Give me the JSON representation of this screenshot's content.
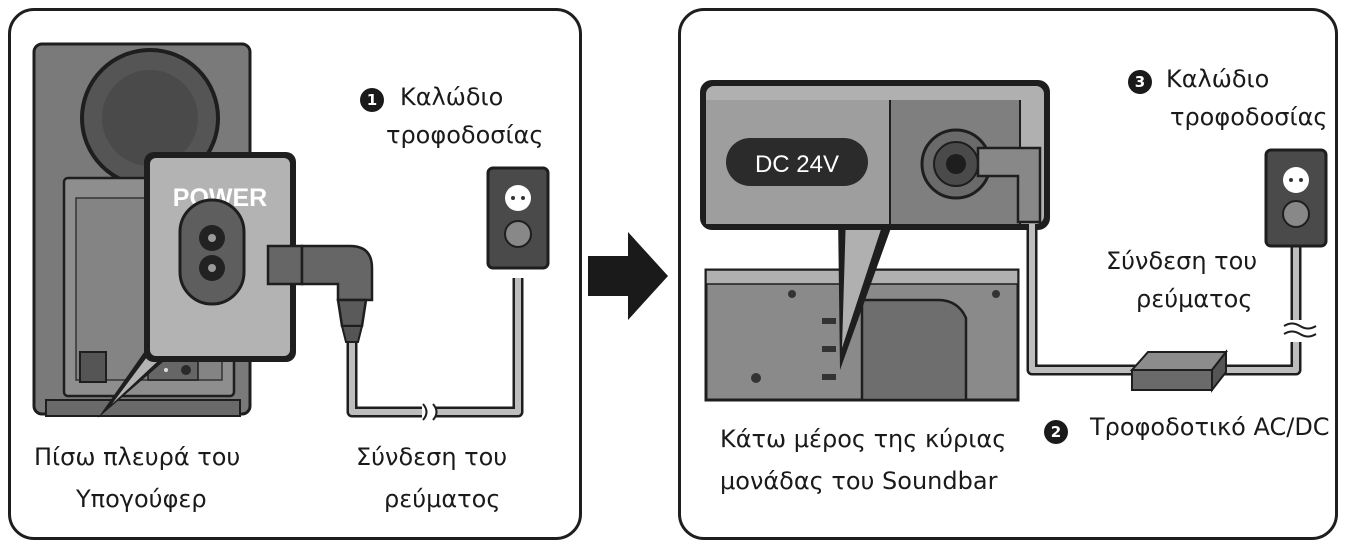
{
  "left_panel": {
    "callout_label": "POWER",
    "step_number": "1",
    "power_cable_label": [
      "Καλώδιο",
      "τροφοδοσίας"
    ],
    "subwoofer_label": [
      "Πίσω πλευρά του",
      "Υπογούφερ"
    ],
    "connection_label": [
      "Σύνδεση του",
      "ρεύματος"
    ]
  },
  "right_panel": {
    "callout_label": "DC 24V",
    "step3_number": "3",
    "power_cable_label": [
      "Καλώδιο",
      "τροφοδοσίας"
    ],
    "connection_label": [
      "Σύνδεση του",
      "ρεύματος"
    ],
    "step2_number": "2",
    "adapter_label": "Τροφοδοτικό AC/DC",
    "soundbar_label": [
      "Κάτω μέρος της κύριας",
      "μονάδας του Soundbar"
    ]
  }
}
